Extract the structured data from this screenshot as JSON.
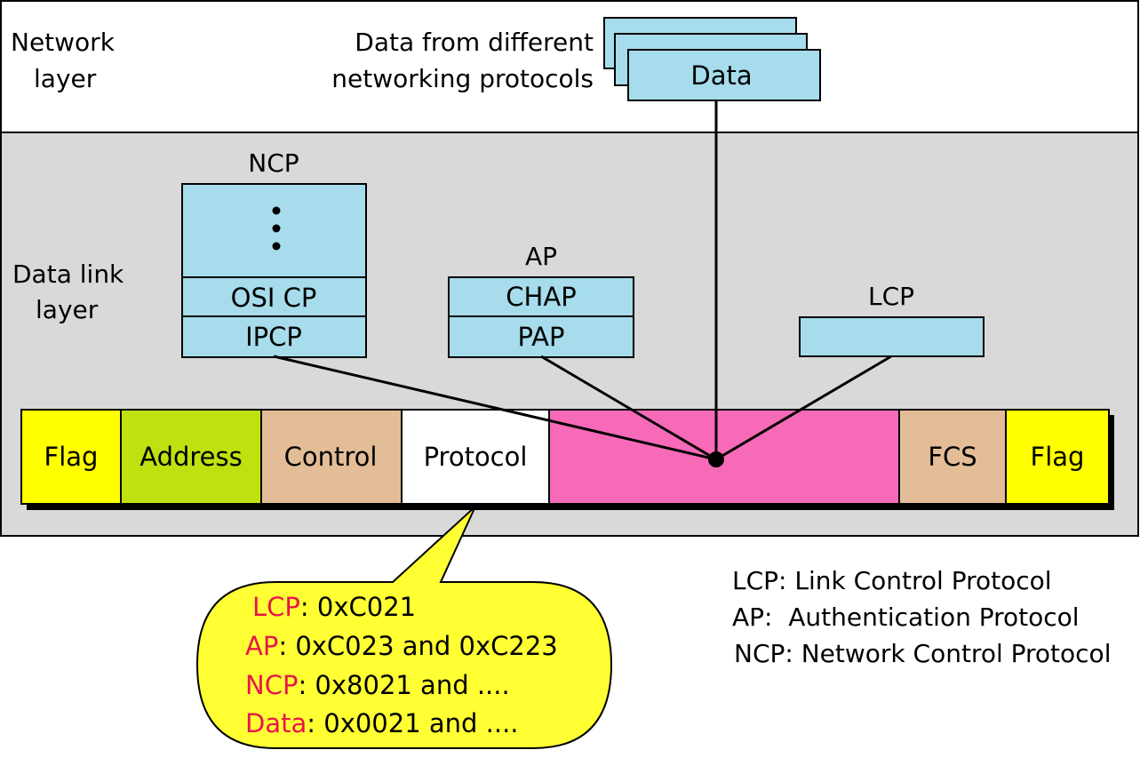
{
  "network_layer": {
    "label_line1": "Network",
    "label_line2": "layer",
    "data_source_line1": "Data from different",
    "data_source_line2": "networking protocols",
    "data_label": "Data"
  },
  "data_link_layer": {
    "label_line1": "Data link",
    "label_line2": "layer"
  },
  "ncp": {
    "title": "NCP",
    "ellipsis": "⋮",
    "rows": [
      "OSI CP",
      "IPCP"
    ]
  },
  "ap": {
    "title": "AP",
    "rows": [
      "CHAP",
      "PAP"
    ]
  },
  "lcp": {
    "title": "LCP"
  },
  "frame": {
    "flag1": "Flag",
    "address": "Address",
    "control": "Control",
    "protocol": "Protocol",
    "fcs": "FCS",
    "flag2": "Flag"
  },
  "callout": {
    "lines": [
      {
        "key": "LCP",
        "value": ": 0xC021"
      },
      {
        "key": "AP",
        "value": ": 0xC023 and 0xC223"
      },
      {
        "key": "NCP",
        "value": ": 0x8021 and ...."
      },
      {
        "key": "Data",
        "value": ": 0x0021 and ...."
      }
    ]
  },
  "legend": [
    "LCP: Link Control Protocol",
    "AP:  Authentication Protocol",
    "NCP: Network Control Protocol"
  ],
  "colors": {
    "cyan": "#a6dceb",
    "gray": "#d9d9d9",
    "yellow": "#ffff00",
    "green": "#bfe10f",
    "tan": "#e2bd97",
    "pink": "#f66ab8",
    "callout_fill": "#ffff33",
    "red_text": "#e8164a"
  }
}
